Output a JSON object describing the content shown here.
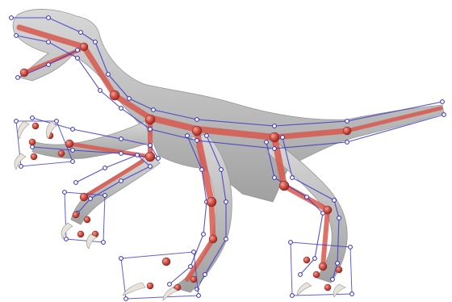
{
  "colors": {
    "background": "#ffffff",
    "mesh_fill": "#9a9a9a",
    "mesh_stroke": "#6f6f6f",
    "bone_fill": "#d8594e",
    "bone_stroke": "#a8322b",
    "cage_line": "#3b36c9",
    "cage_node": "#2f2ab8",
    "joint_fill": "#c9423a",
    "claw_fill": "#e8e4dc"
  },
  "figure": {
    "subject": "rigged-dinosaur-skeleton",
    "icons": [
      "mesh-body",
      "skeleton-bones",
      "control-cage",
      "joint-spheres",
      "claws"
    ]
  }
}
